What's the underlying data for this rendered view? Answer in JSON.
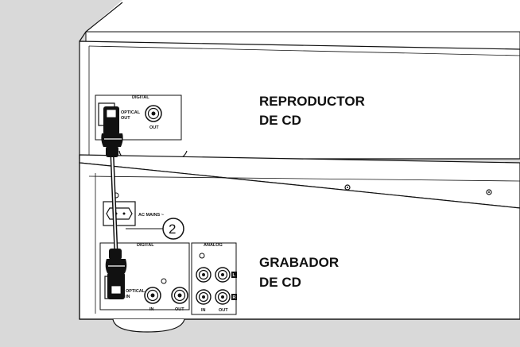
{
  "player": {
    "title_line1": "REPRODUCTOR",
    "title_line2": "DE CD",
    "digital_label": "DIGITAL",
    "optical_out_line1": "OPTICAL",
    "optical_out_line2": "OUT",
    "coax_out_label": "OUT"
  },
  "recorder": {
    "title_line1": "GRABADOR",
    "title_line2": "DE CD",
    "ac_mains_label": "AC MAINS ~",
    "callout_number": "2",
    "digital_label": "DIGITAL",
    "optical_in_line1": "OPTICAL",
    "optical_in_line2": "IN",
    "coax_in_label": "IN",
    "coax_out_label": "OUT",
    "analog_label": "ANALOG",
    "analog_in_label": "IN",
    "analog_out_label": "OUT",
    "channel_left": "L",
    "channel_right": "R"
  },
  "colors": {
    "background_wall": "#d9d9d9",
    "line": "#111111"
  }
}
